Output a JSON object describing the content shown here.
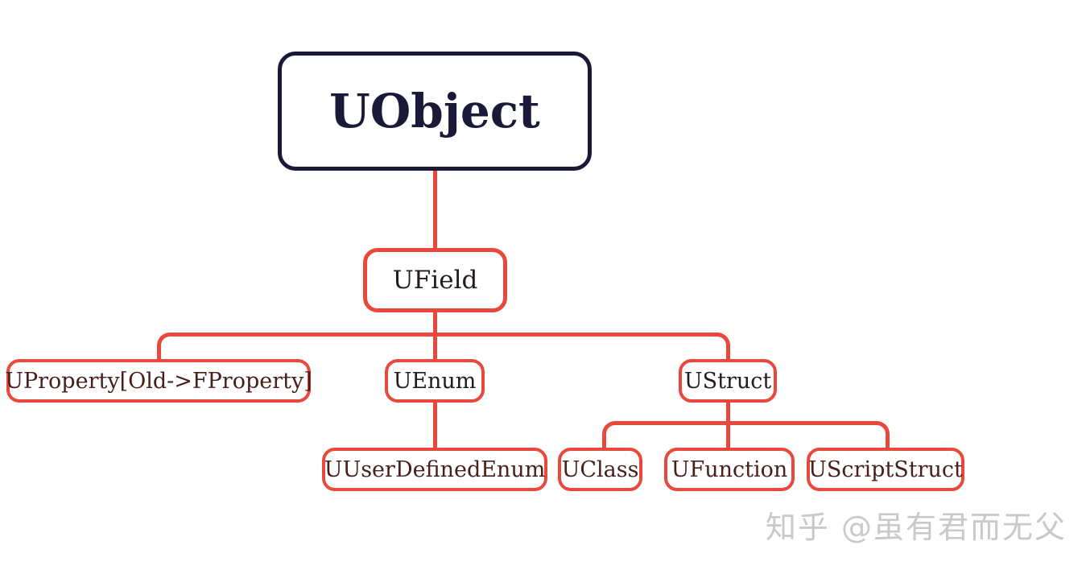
{
  "diagram": {
    "type": "class-hierarchy-tree",
    "nodes": {
      "uobject": {
        "label": "UObject"
      },
      "ufield": {
        "label": "UField"
      },
      "uproperty": {
        "label": "UProperty[Old->FProperty]"
      },
      "uenum": {
        "label": "UEnum"
      },
      "ustruct": {
        "label": "UStruct"
      },
      "uuserdefinedenum": {
        "label": "UUserDefinedEnum"
      },
      "uclass": {
        "label": "UClass"
      },
      "ufunction": {
        "label": "UFunction"
      },
      "uscriptstruct": {
        "label": "UScriptStruct"
      }
    },
    "edges": [
      {
        "parent": "UObject",
        "child": "UField"
      },
      {
        "parent": "UField",
        "child": "UProperty[Old->FProperty]"
      },
      {
        "parent": "UField",
        "child": "UEnum"
      },
      {
        "parent": "UField",
        "child": "UStruct"
      },
      {
        "parent": "UEnum",
        "child": "UUserDefinedEnum"
      },
      {
        "parent": "UStruct",
        "child": "UClass"
      },
      {
        "parent": "UStruct",
        "child": "UFunction"
      },
      {
        "parent": "UStruct",
        "child": "UScriptStruct"
      }
    ]
  },
  "watermark": {
    "text": "知乎 @虽有君而无父"
  },
  "colors": {
    "accent_red": "#e8493c",
    "navy": "#1a1a38",
    "text_dark": "#241c1a",
    "text_maroon": "#47201c",
    "watermark_gray": "#c9c9c9",
    "background": "#ffffff"
  }
}
